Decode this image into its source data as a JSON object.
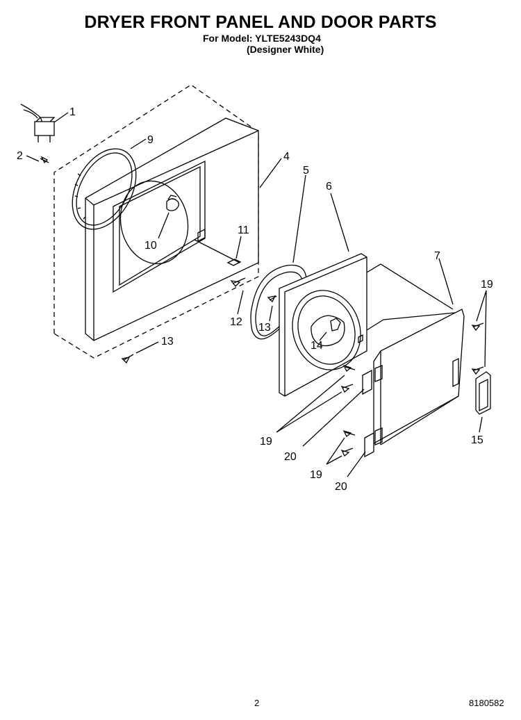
{
  "title": "DRYER FRONT PANEL AND DOOR PARTS",
  "model_line": "For Model: YLTE5243DQ4",
  "model_desc": "(Designer White)",
  "page_number": "2",
  "doc_number": "8180582",
  "callouts": {
    "c1": "1",
    "c2": "2",
    "c4": "4",
    "c5": "5",
    "c6": "6",
    "c7": "7",
    "c9": "9",
    "c10": "10",
    "c11": "11",
    "c12": "12",
    "c13_panel": "13",
    "c13_door": "13",
    "c14": "14",
    "c15": "15",
    "c19_right": "19",
    "c19_upper": "19",
    "c19_lower": "19",
    "c20_upper": "20",
    "c20_lower": "20"
  }
}
